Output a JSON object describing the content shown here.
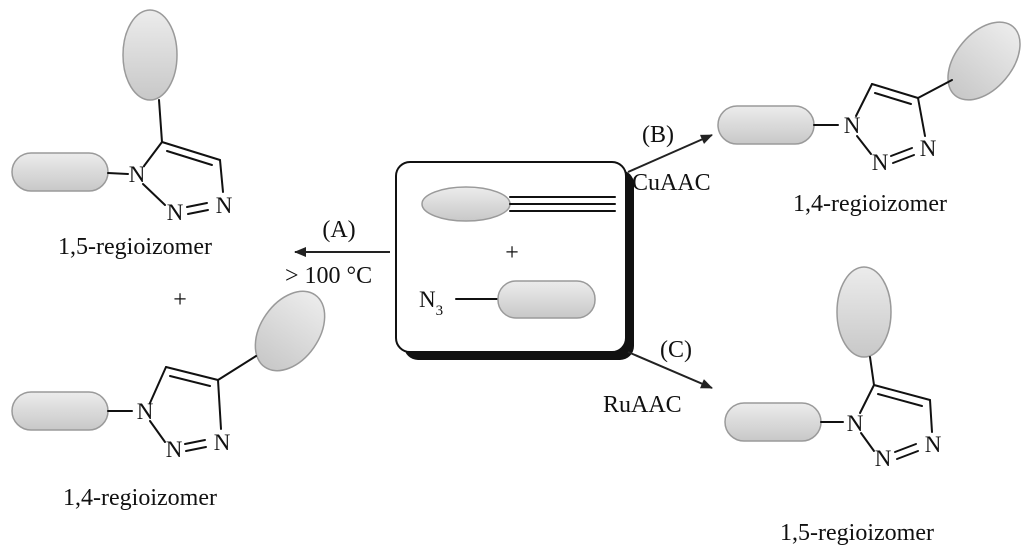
{
  "colors": {
    "background": "#ffffff",
    "line": "#111111",
    "blob_fill": "#d9d9d9",
    "blob_stroke": "#9a9a9a",
    "box_shadow": "#111111"
  },
  "reagents": {
    "plus": "+",
    "azide_n": "N",
    "azide_subscript": "3"
  },
  "routes": {
    "a": {
      "label": "(A)",
      "condition": "> 100 °C"
    },
    "b": {
      "label": "(B)",
      "catalyst": "CuAAC"
    },
    "c": {
      "label": "(C)",
      "catalyst": "RuAAC"
    }
  },
  "atoms": {
    "n": "N"
  },
  "products": {
    "thermal_top": {
      "name": "1,5-regioizomer"
    },
    "thermal_plus": "+",
    "thermal_bottom": {
      "name": "1,4-regioizomer"
    },
    "cu": {
      "name": "1,4-regioizomer"
    },
    "ru": {
      "name": "1,5-regioizomer"
    }
  }
}
